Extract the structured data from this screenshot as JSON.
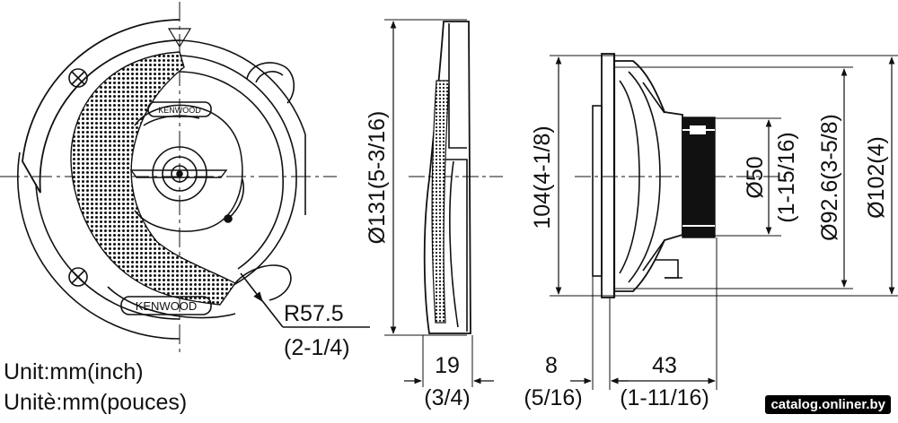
{
  "front_view": {
    "brand_top": "KENWOOD",
    "brand_bottom": "KENWOOD",
    "radius_label": "R57.5",
    "radius_label_inch": "(2-1/4)"
  },
  "side_profile": {
    "diameter_label": "Ø131(5-3/16)",
    "depth_label": "19",
    "depth_label_inch": "(3/4)"
  },
  "side_view": {
    "height_label": "104(4-1/8)",
    "magnet_label": "Ø50",
    "magnet_label_inch": "(1-15/16)",
    "cutout_label": "Ø92.6(3-5/8)",
    "outer_label": "Ø102(4)",
    "mount_depth_label": "8",
    "mount_depth_label_inch": "(5/16)",
    "total_depth_label": "43",
    "total_depth_label_inch": "(1-11/16)"
  },
  "units": {
    "line_en": "Unit:mm(inch)",
    "line_fr": "Unitè:mm(pouces)"
  },
  "watermark": "catalog.onliner.by"
}
